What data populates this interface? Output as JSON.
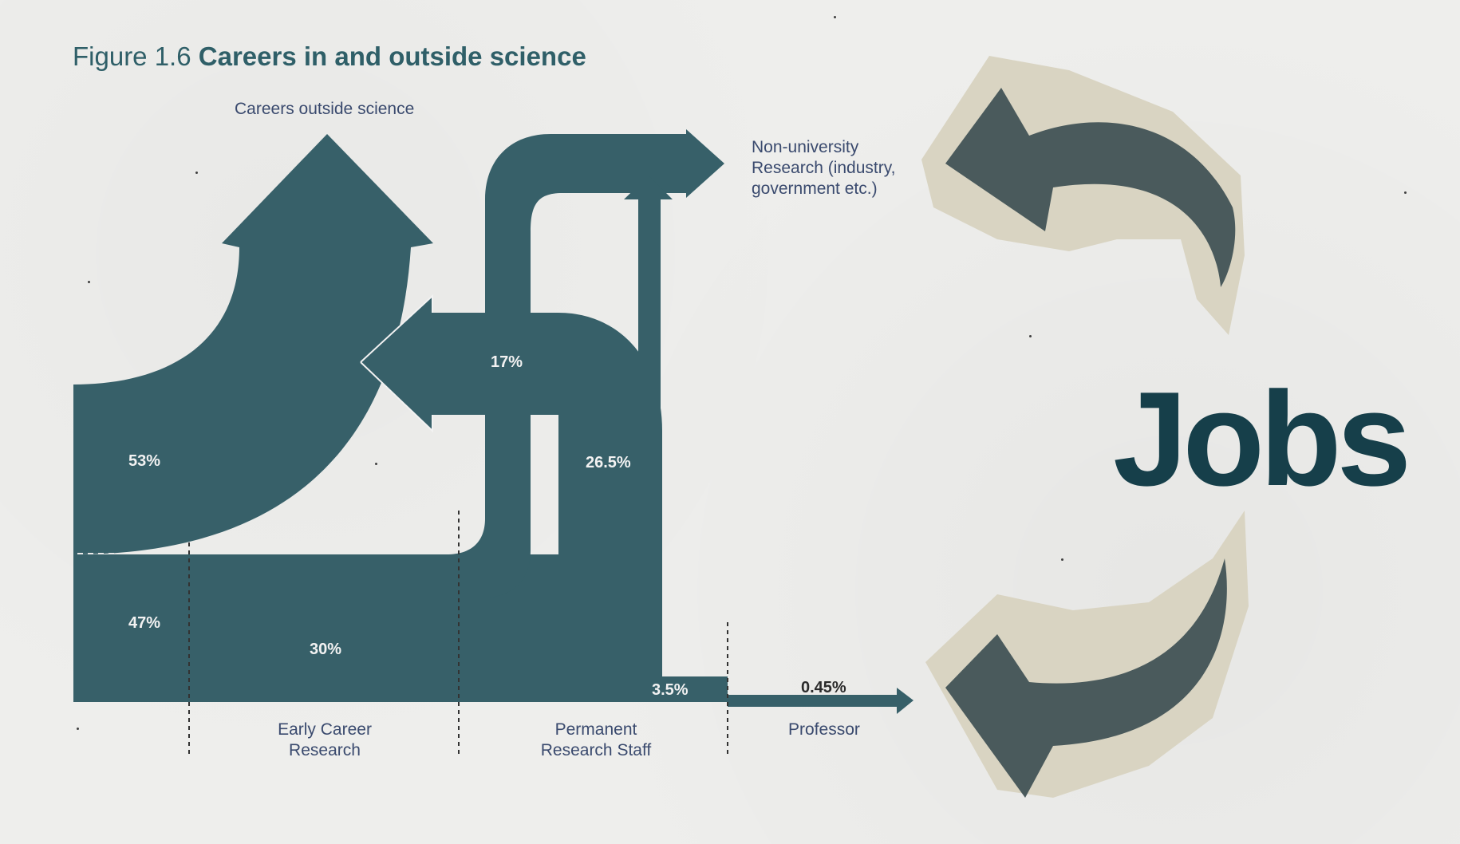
{
  "figure_title": {
    "prefix": "Figure 1.6",
    "bold": "Careers in and outside science"
  },
  "labels": {
    "careers_outside": "Careers outside science",
    "non_university_line1": "Non-university",
    "non_university_line2": "Research (industry,",
    "non_university_line3": "government etc.)",
    "early_line1": "Early Career",
    "early_line2": "Research",
    "permanent_line1": "Permanent",
    "permanent_line2": "Research Staff",
    "professor": "Professor"
  },
  "percentages": {
    "careers_outside": "53%",
    "stay_in_science": "47%",
    "non_university_from_early": "17%",
    "non_university_from_permanent": "26.5%",
    "early_to_permanent": "30%",
    "permanent_to_professor": "3.5%",
    "professor": "0.45%"
  },
  "side_word": "Jobs",
  "colors": {
    "flow": "#376069",
    "title": "#2f5f68",
    "label": "#3a4a6e",
    "jobs": "#163f4a",
    "arrow_ink": "#4a5a5c",
    "paper": "#d9d4c2"
  },
  "icons": [
    "curved-arrow-up-icon",
    "curved-arrow-down-icon"
  ]
}
